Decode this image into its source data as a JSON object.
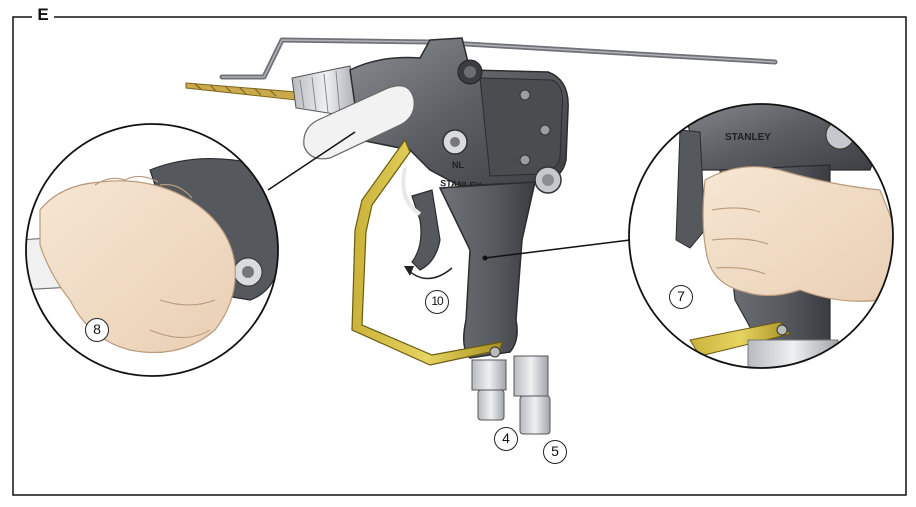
{
  "figure": {
    "panel_label": "E",
    "callouts": {
      "c4": "4",
      "c5": "5",
      "c7": "7",
      "c8": "8",
      "c10": "10"
    },
    "body_markings": {
      "brand": "STANLEY",
      "model": "NL"
    }
  }
}
